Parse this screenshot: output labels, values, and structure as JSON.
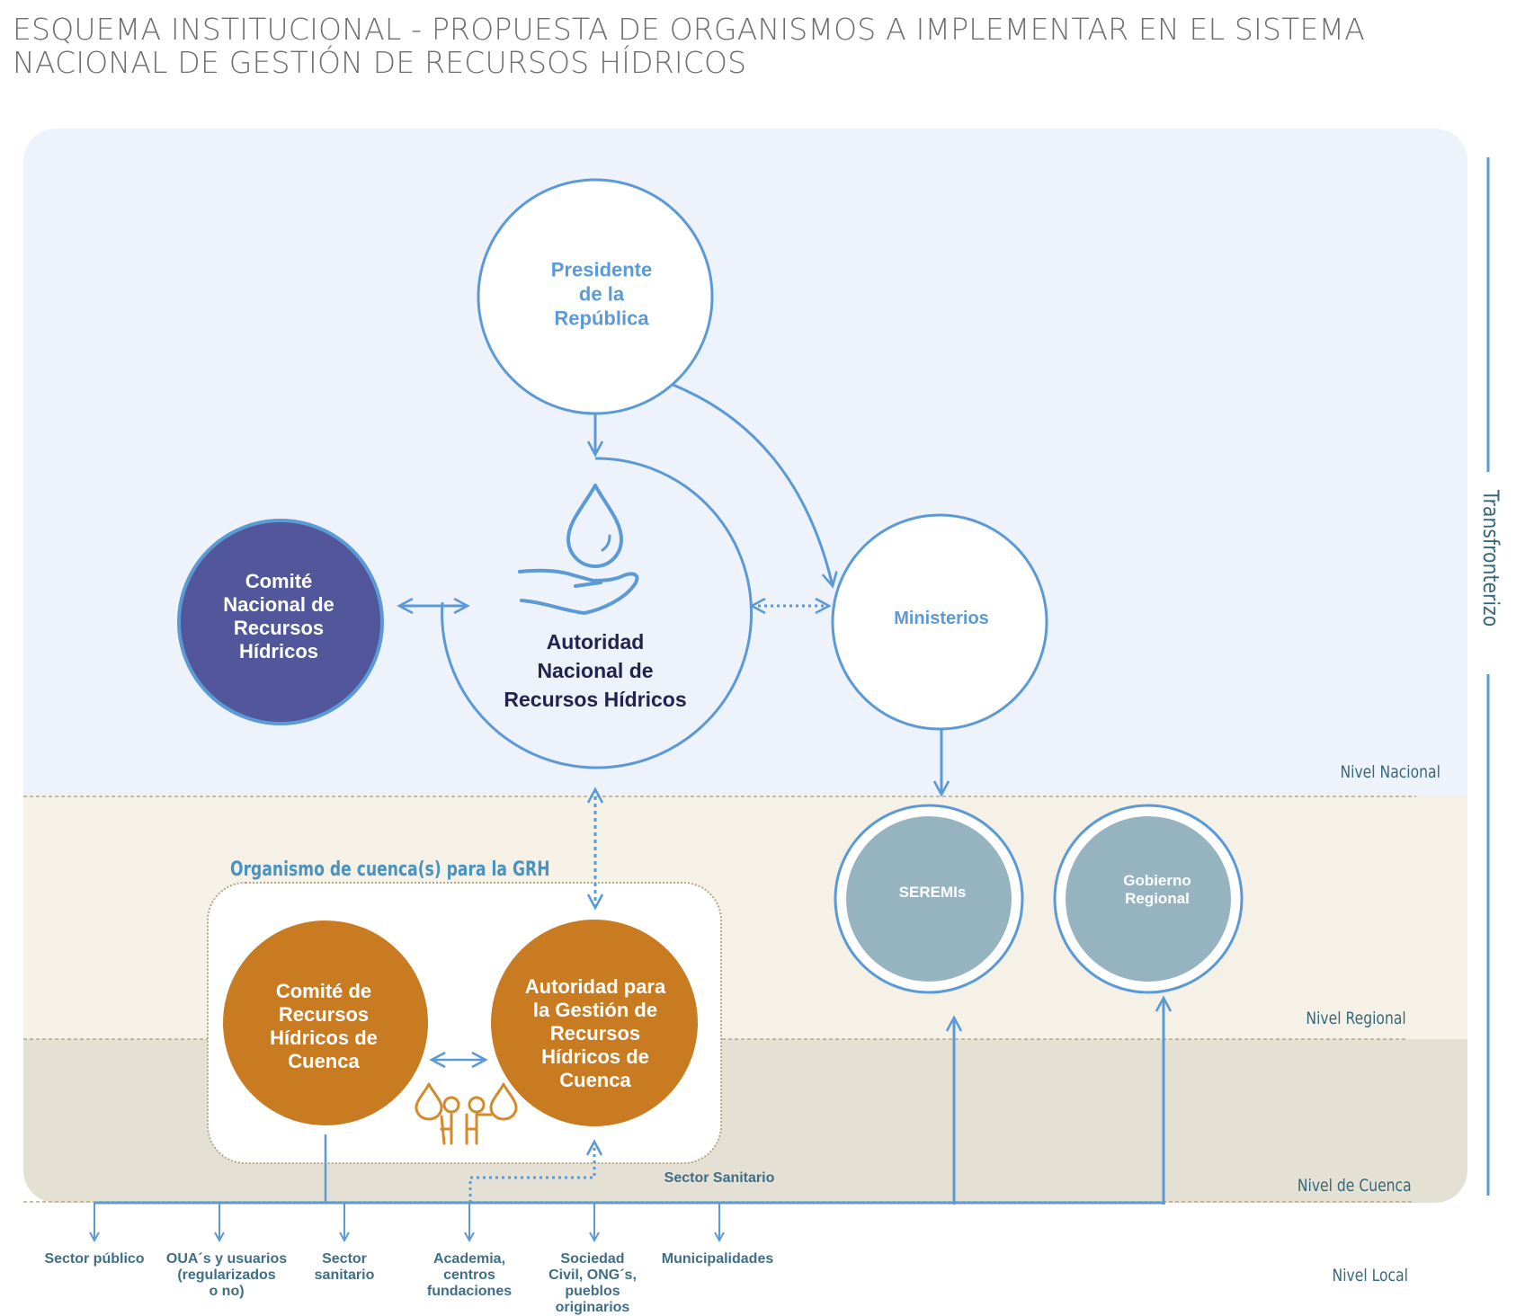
{
  "title": {
    "line1": "ESQUEMA INSTITUCIONAL - PROPUESTA DE ORGANISMOS A IMPLEMENTAR EN EL SISTEMA",
    "line2": "NACIONAL DE GESTIÓN DE RECURSOS HÍDRICOS"
  },
  "colors": {
    "national_band": "#eef2fa",
    "regional_band": "#f5f1e6",
    "basin_band": "#e4e0d4",
    "line_blue": "#5b9ad6",
    "comite_nacional": "#52579c",
    "basin_orange": "#c97b22",
    "regional_gray": "#95b4c0",
    "label_teal": "#3f6e86"
  },
  "nodes": {
    "presidente": "Presidente\nde la\nRepública",
    "autoridad_nacional": "Autoridad\nNacional de\nRecursos Hídricos",
    "comite_nacional": "Comité\nNacional de\nRecursos\nHídricos",
    "ministerios": "Ministerios",
    "seremis": "SEREMIs",
    "gobierno_regional": "Gobierno\nRegional",
    "comite_cuenca": "Comité de\nRecursos\nHídricos de\nCuenca",
    "autoridad_cuenca": "Autoridad para\nla Gestión de\nRecursos\nHídricos de\nCuenca"
  },
  "organismo_cuenca_title": "Organismo de cuenca(s) para la GRH",
  "sector_sanitario_label": "Sector Sanitario",
  "levels": {
    "nacional": "Nivel Nacional",
    "regional": "Nivel Regional",
    "cuenca": "Nivel de Cuenca",
    "local": "Nivel Local"
  },
  "transfronterizo": "Transfronterizo",
  "local_actors": [
    "Sector público",
    "OUA´s y usuarios\n(regularizados\no no)",
    "Sector\nsanitario",
    "Academia,\ncentros\nfundaciones",
    "Sociedad\nCivil, ONG´s,\npueblos\noriginarios",
    "Municipalidades"
  ],
  "icons": {
    "water_hand": "water-drop-hand-icon",
    "people_water": "people-water-icon"
  }
}
